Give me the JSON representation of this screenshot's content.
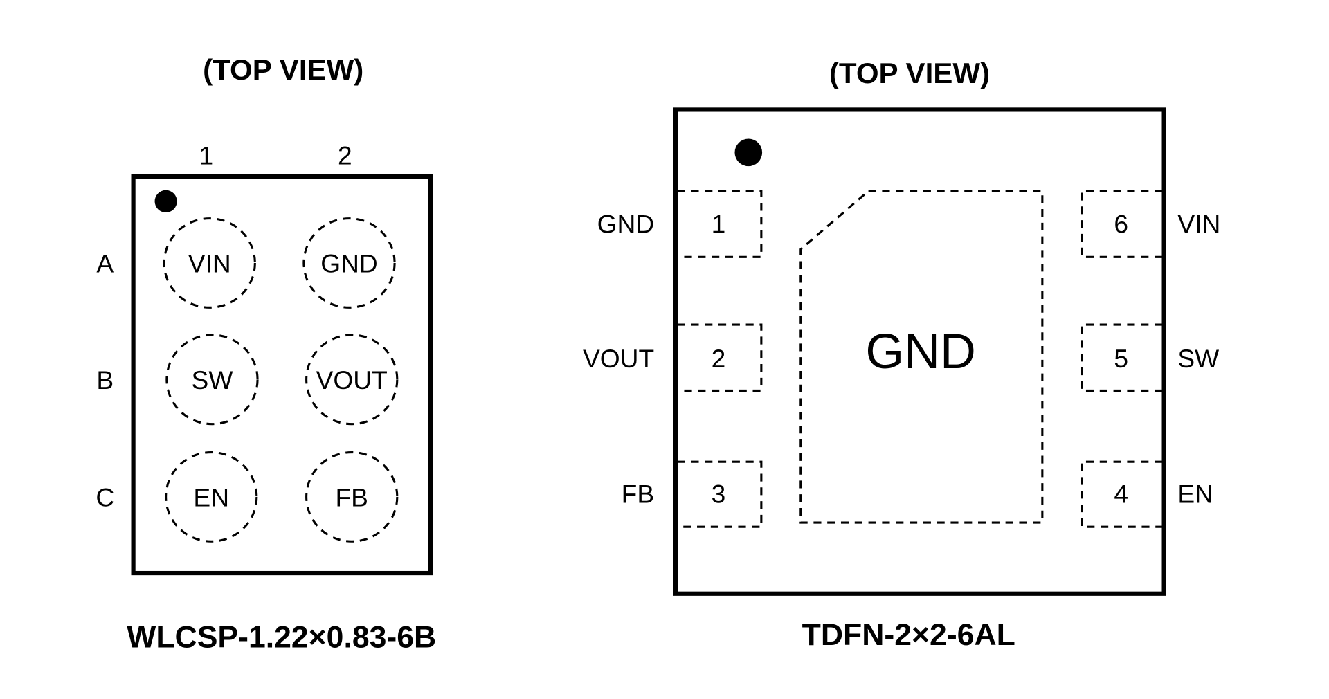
{
  "left_package": {
    "view_label": "(TOP VIEW)",
    "package_name": "WLCSP-1.22×0.83-6B",
    "column_labels": [
      "1",
      "2"
    ],
    "row_labels": [
      "A",
      "B",
      "C"
    ],
    "balls": [
      {
        "id": "A1",
        "label": "VIN"
      },
      {
        "id": "A2",
        "label": "GND"
      },
      {
        "id": "B1",
        "label": "SW"
      },
      {
        "id": "B2",
        "label": "VOUT"
      },
      {
        "id": "C1",
        "label": "EN"
      },
      {
        "id": "C2",
        "label": "FB"
      }
    ]
  },
  "right_package": {
    "view_label": "(TOP VIEW)",
    "package_name": "TDFN-2×2-6AL",
    "exposed_pad_label": "GND",
    "left_pins": [
      {
        "number": "1",
        "name": "GND"
      },
      {
        "number": "2",
        "name": "VOUT"
      },
      {
        "number": "3",
        "name": "FB"
      }
    ],
    "right_pins": [
      {
        "number": "6",
        "name": "VIN"
      },
      {
        "number": "5",
        "name": "SW"
      },
      {
        "number": "4",
        "name": "EN"
      }
    ]
  }
}
